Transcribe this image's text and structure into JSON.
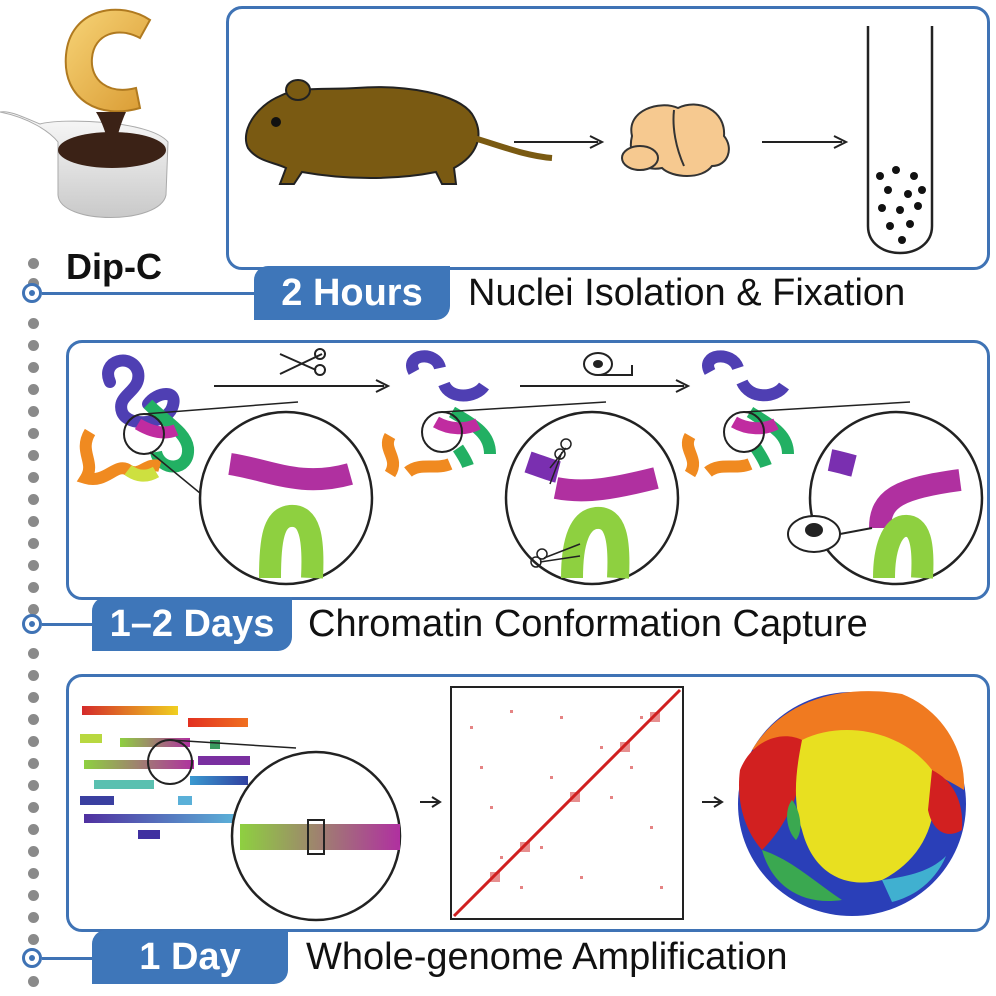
{
  "title": "Dip-C",
  "stages": [
    {
      "duration": "2 Hours",
      "label": "Nuclei Isolation & Fixation"
    },
    {
      "duration": "1–2 Days",
      "label": "Chromatin Conformation Capture"
    },
    {
      "duration": "1 Day",
      "label": "Whole-genome Amplification"
    }
  ],
  "icons": {
    "mouse": "mouse-icon",
    "brain": "brain-icon",
    "tube": "test-tube-icon",
    "scissors": "scissors-icon",
    "tape": "tape-icon",
    "matrix": "contact-map",
    "nucleus": "nucleus-3d-structure"
  },
  "colors": {
    "accent": "#3e76b9",
    "mouse": "#7a5a12",
    "brain": "#f6c990",
    "contact": "#d02020"
  }
}
